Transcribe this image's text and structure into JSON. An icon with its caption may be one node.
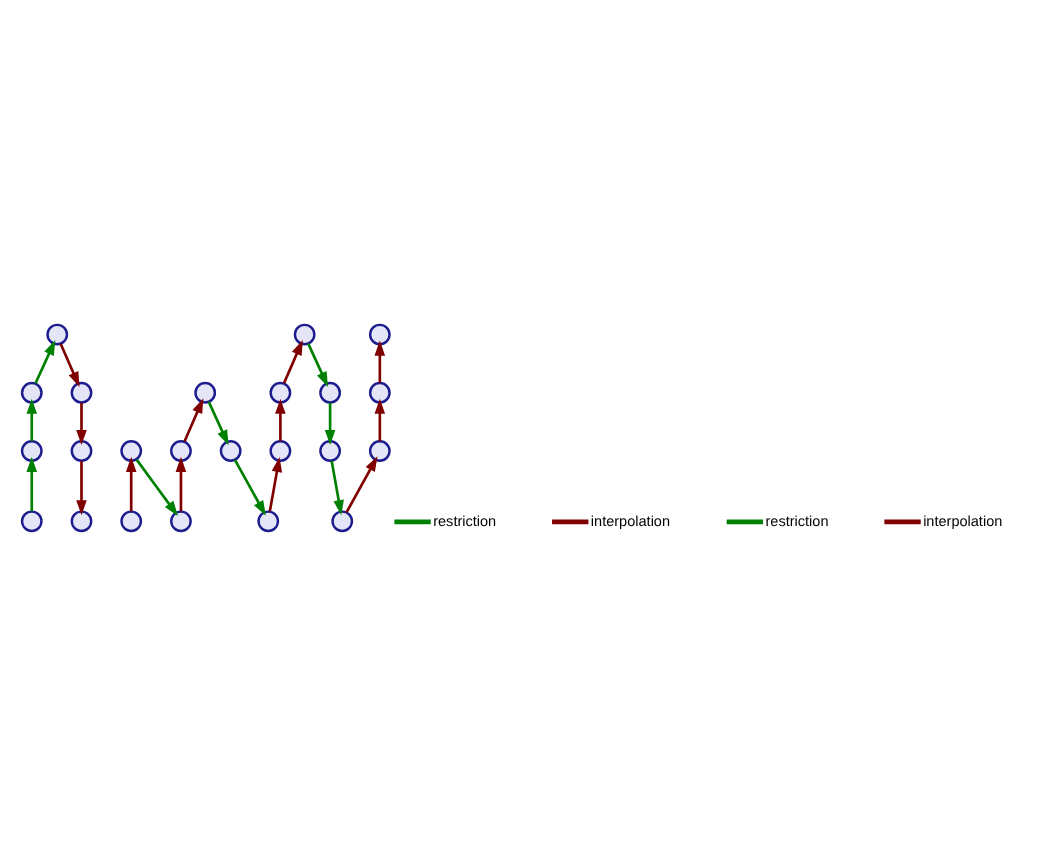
{
  "diagram": {
    "nodes": [
      {
        "text": [],
        "shape": "circle"
      },
      {
        "text": [],
        "shape": "circle"
      },
      {
        "text": [],
        "shape": "circle"
      },
      {
        "text": [],
        "shape": "circle"
      },
      {
        "text": [],
        "shape": "circle"
      },
      {
        "text": [],
        "shape": "circle"
      },
      {
        "text": [],
        "shape": "circle"
      },
      {
        "text": [],
        "shape": "circle"
      },
      {
        "text": [],
        "shape": "circle"
      },
      {
        "text": [],
        "shape": "circle"
      },
      {
        "text": [],
        "shape": "circle"
      },
      {
        "text": [],
        "shape": "circle"
      },
      {
        "text": [],
        "shape": "circle"
      },
      {
        "text": [],
        "shape": "circle"
      },
      {
        "text": [],
        "shape": "circle"
      },
      {
        "text": [],
        "shape": "circle"
      },
      {
        "text": [],
        "shape": "circle"
      },
      {
        "text": [],
        "shape": "circle"
      },
      {
        "text": [],
        "shape": "circle"
      },
      {
        "text": [],
        "shape": "circle"
      },
      {
        "text": [],
        "shape": "circle"
      },
      {
        "text": [],
        "shape": "circle"
      },
      {
        "text": [],
        "shape": "circle"
      }
    ],
    "edges": [
      {
        "from": 0,
        "to": 1,
        "arrow": "to",
        "color": "#008000"
      },
      {
        "from": 1,
        "to": 2,
        "arrow": "to",
        "color": "#008000"
      },
      {
        "from": 2,
        "to": 3,
        "arrow": "to",
        "color": "#008000"
      },
      {
        "from": 3,
        "to": 4,
        "arrow": "to",
        "color": "#800000"
      },
      {
        "from": 4,
        "to": 5,
        "arrow": "to",
        "color": "#800000"
      },
      {
        "from": 5,
        "to": 6,
        "arrow": "to",
        "color": "#800000"
      },
      {
        "from": 7,
        "to": 8,
        "arrow": "to",
        "color": "#800000"
      },
      {
        "from": 8,
        "to": 9,
        "arrow": "to",
        "color": "#008000"
      },
      {
        "from": 9,
        "to": 10,
        "arrow": "to",
        "color": "#800000"
      },
      {
        "from": 10,
        "to": 11,
        "arrow": "to",
        "color": "#800000"
      },
      {
        "from": 11,
        "to": 12,
        "arrow": "to",
        "color": "#008000"
      },
      {
        "from": 12,
        "to": 13,
        "arrow": "to",
        "color": "#008000"
      },
      {
        "from": 13,
        "to": 14,
        "arrow": "to",
        "color": "#800000"
      },
      {
        "from": 14,
        "to": 15,
        "arrow": "to",
        "color": "#800000"
      },
      {
        "from": 15,
        "to": 16,
        "arrow": "to",
        "color": "#800000"
      },
      {
        "from": 16,
        "to": 17,
        "arrow": "to",
        "color": "#008000"
      },
      {
        "from": 17,
        "to": 18,
        "arrow": "to",
        "color": "#008000"
      },
      {
        "from": 18,
        "to": 19,
        "arrow": "to",
        "color": "#008000"
      },
      {
        "from": 19,
        "to": 20,
        "arrow": "to",
        "color": "#800000"
      },
      {
        "from": 20,
        "to": 21,
        "arrow": "to",
        "color": "#800000"
      },
      {
        "from": 21,
        "to": 22,
        "arrow": "to",
        "color": "#800000"
      }
    ],
    "legend": [
      {
        "text": "restriction"
      },
      {
        "text": "interpolation"
      },
      {
        "text": "restriction"
      },
      {
        "text": "interpolation"
      }
    ]
  }
}
